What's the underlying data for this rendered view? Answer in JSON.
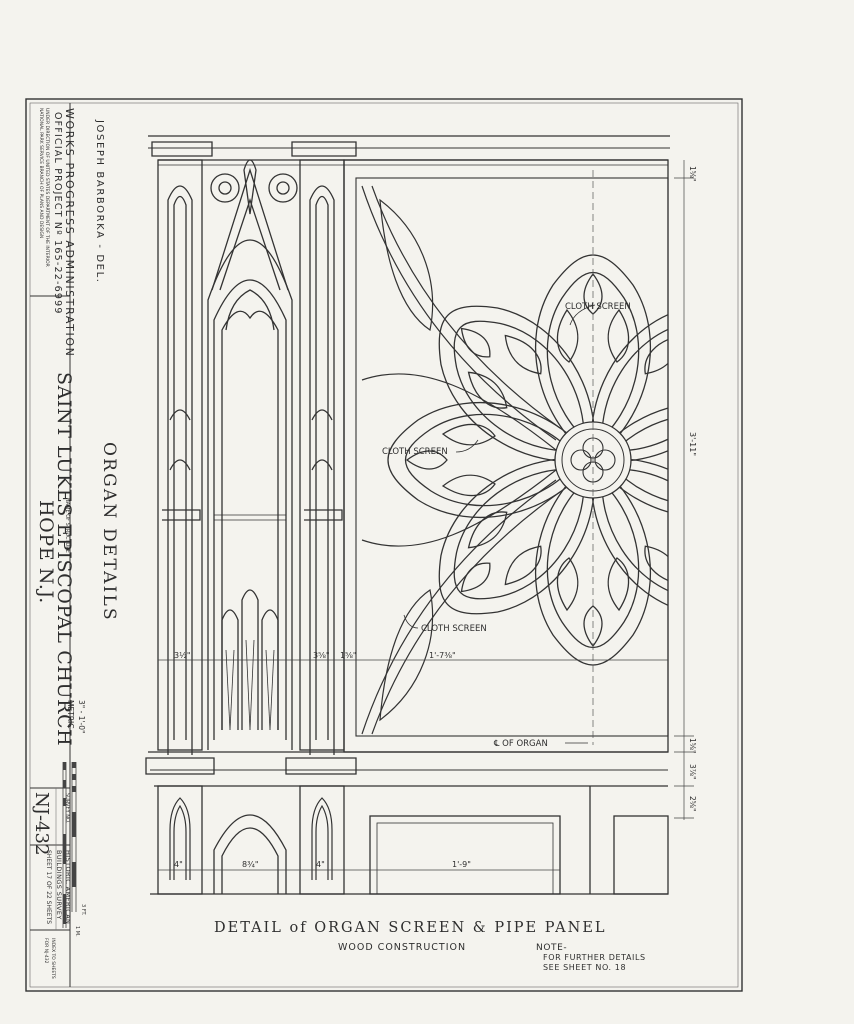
{
  "sidebar": {
    "wpa_title": "WORKS PROGRESS ADMINISTRATION",
    "project": "OFFICIAL PROJECT Nº 165-22-6999",
    "sponsor_line1": "UNDER DIRECTION OF UNITED STATES DEPARTMENT OF THE INTERIOR",
    "sponsor_line2": "NATIONAL PARK SERVICE BRANCH OF PLANS AND DESIGN",
    "name_of_structure_label": "NAME OF STRUCTURE",
    "structure_name": "SAINT LUKES EPISCOPAL CHURCH",
    "location": "HOPE N.J.",
    "survey_no_label": "SURVEY NO.",
    "survey_no": "NJ-432",
    "survey_title_line1": "HISTORIC AMERICAN",
    "survey_title_line2": "BUILDINGS SURVEY",
    "sheet_line": "SHEET 17 OF 22 SHEETS",
    "corner_note_line1": "INDEX TO SHEETS",
    "corner_note_line2": "FOR NJ-432"
  },
  "delineator": "JOSEPH BARBORKA - DEL.",
  "drawing_title": "ORGAN DETAILS",
  "scale": {
    "imperial": "3\" - 1'-0\"",
    "metric": "METRIC",
    "feet_label": "3 FT.",
    "meters_label": "1 M."
  },
  "labels": {
    "cloth_screen_top": "CLOTH SCREEN",
    "cloth_screen_left": "CLOTH SCREEN",
    "cloth_screen_bottom": "CLOTH SCREEN",
    "center_line": "℄ OF ORGAN"
  },
  "dimensions": {
    "stile_left": "3½\"",
    "stile_mid": "3⅝\"",
    "stile_gap": "1⅝\"",
    "panel_width": "1'-7⅜\"",
    "panel_height": "3'-11\"",
    "top_margin": "1⅝\"",
    "rail_a": "1⅝\"",
    "rail_b": "3⅞\"",
    "rail_c": "2⅝\"",
    "base_left": "4\"",
    "base_arch": "8¾\"",
    "base_mid": "4\"",
    "base_panel": "1'-9\""
  },
  "caption": {
    "title": "DETAIL of ORGAN SCREEN & PIPE PANEL",
    "subtitle": "WOOD CONSTRUCTION",
    "note_head": "NOTE-",
    "note_line1": "FOR FURTHER DETAILS",
    "note_line2": "SEE SHEET NO. 18"
  }
}
